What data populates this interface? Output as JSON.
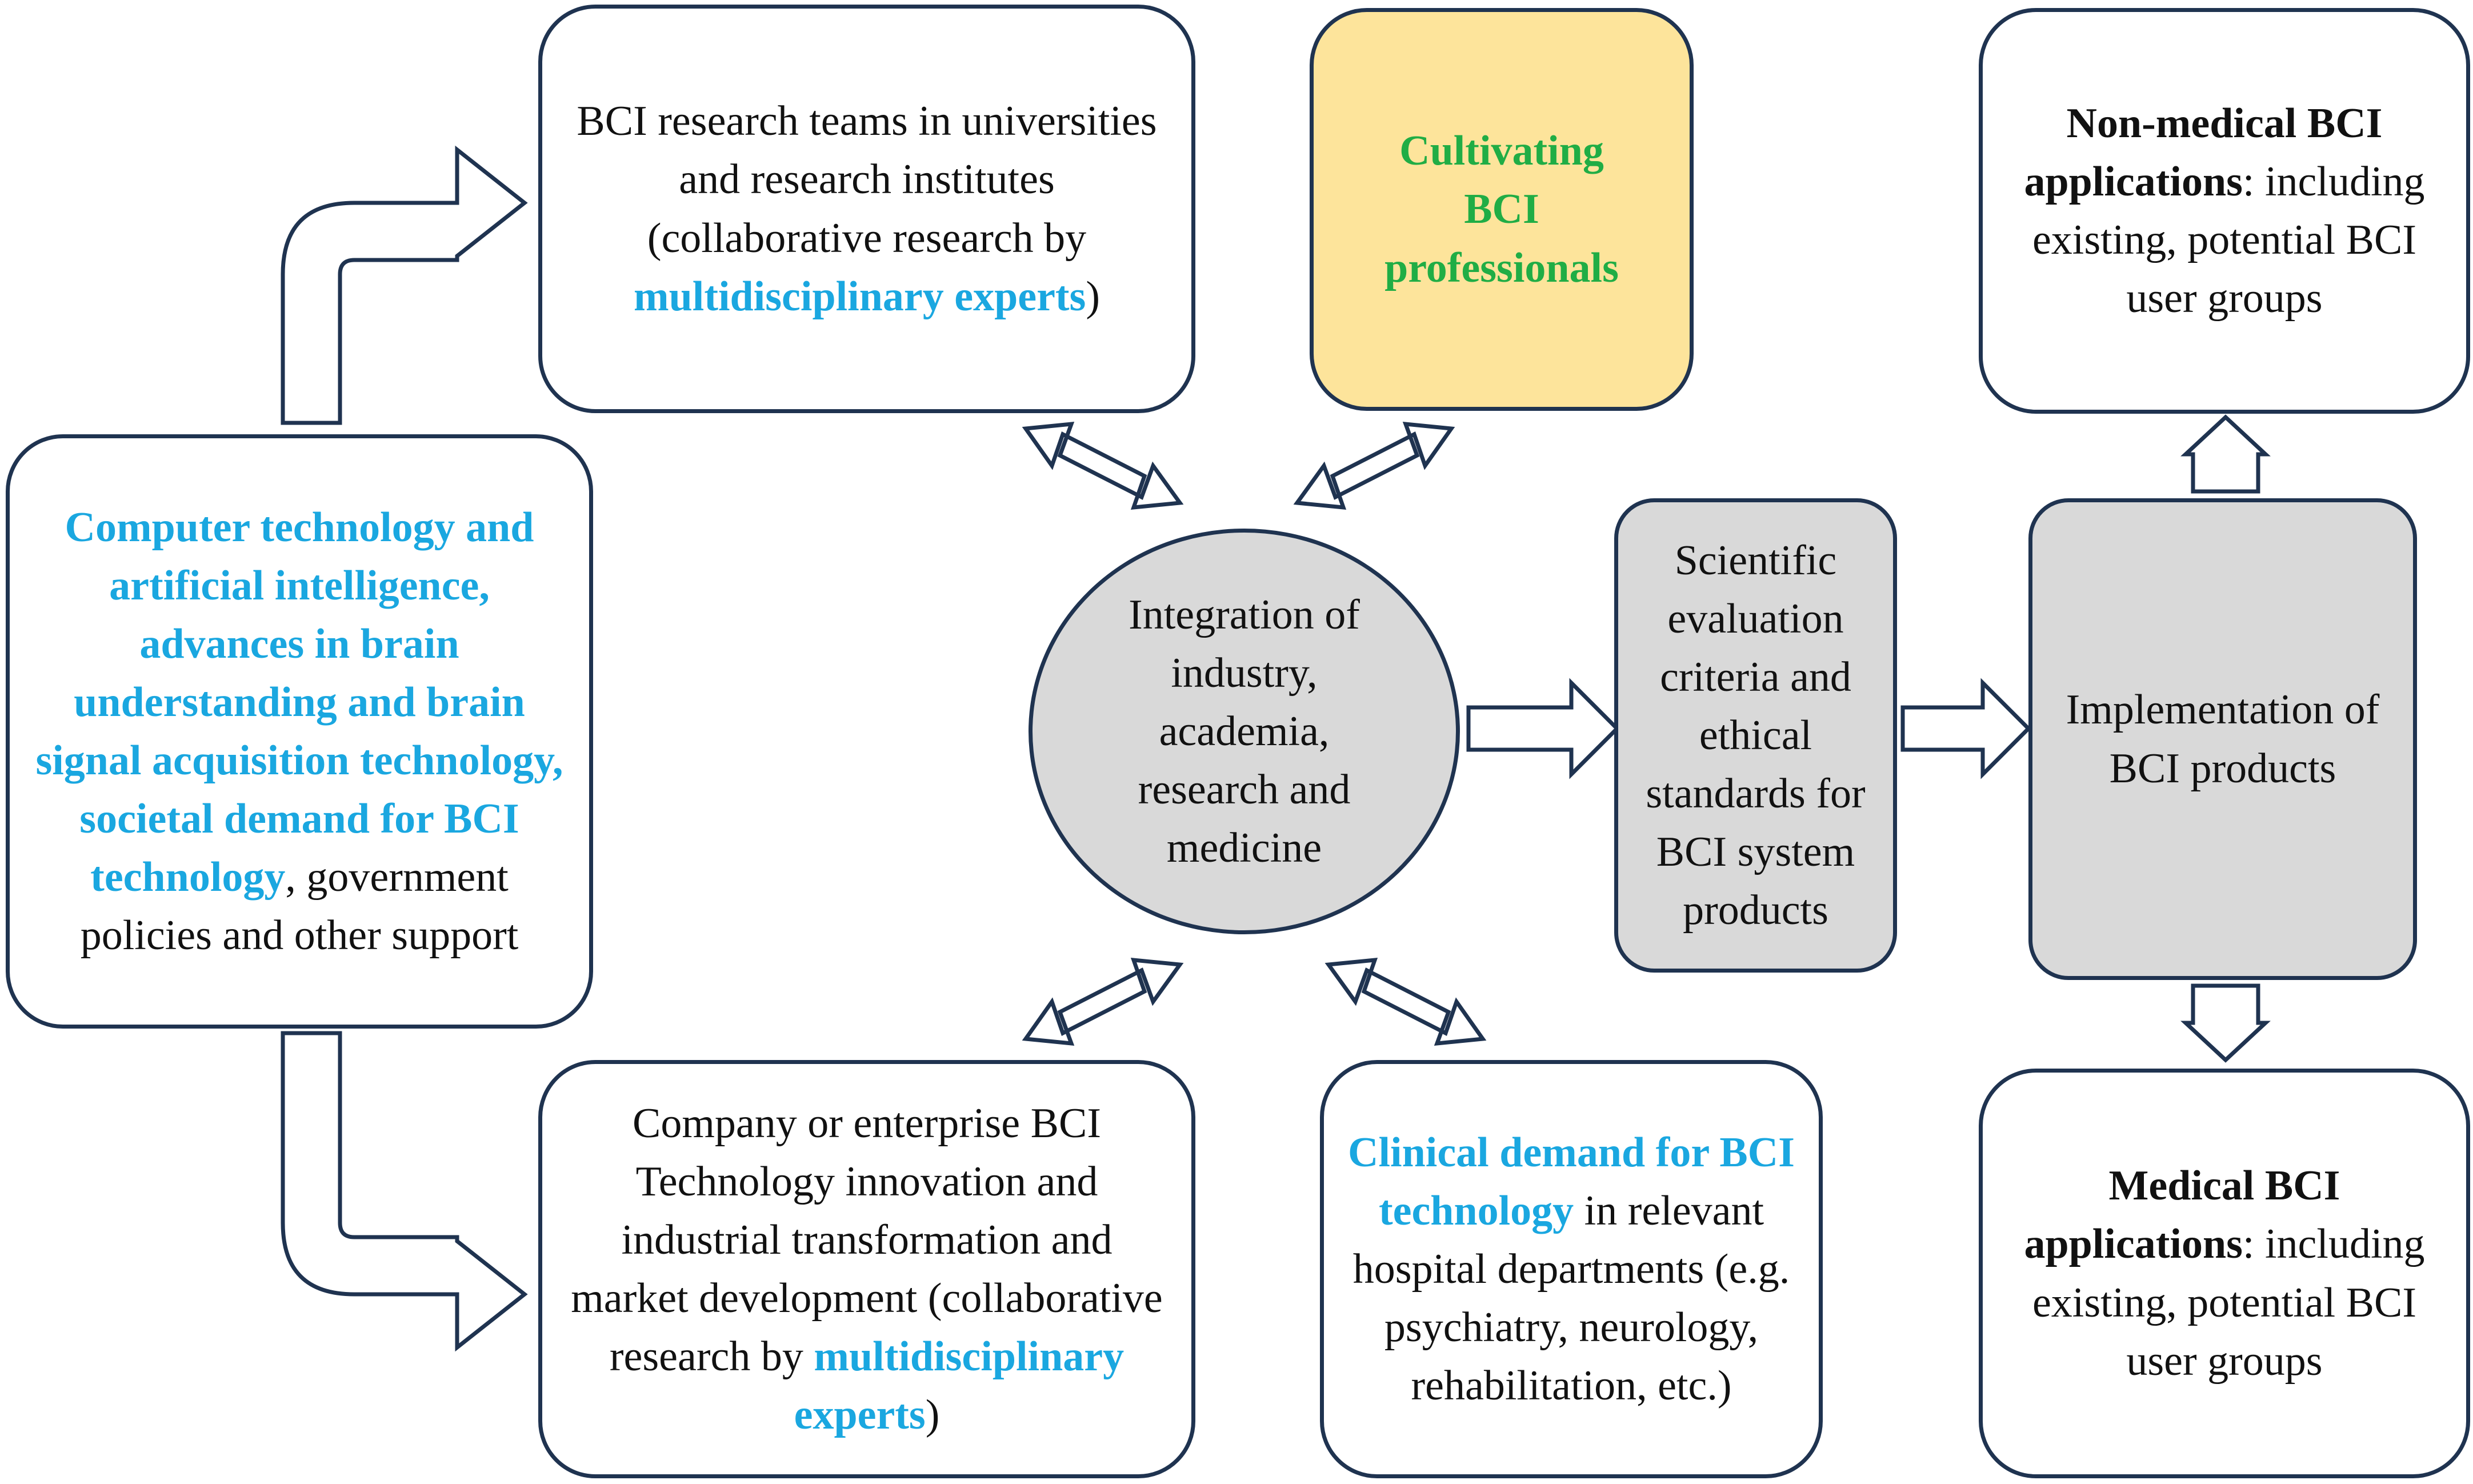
{
  "colors": {
    "border": "#1f3350",
    "highlight_blue": "#1aa7e0",
    "highlight_green": "#20ad45",
    "gray_fill": "#d9d9d9",
    "yellow_fill": "#fde49b"
  },
  "nodes": {
    "drivers": {
      "highlight": "Computer technology and artificial intelligence, advances in brain understanding and brain signal acquisition technology, societal demand for BCI technology",
      "rest": ", government policies and other support"
    },
    "research_teams": {
      "text_before": "BCI research teams in universities and research institutes (collaborative research by ",
      "highlight": "multidisciplinary experts",
      "text_after": ")"
    },
    "professionals": {
      "highlight": "Cultivating BCI professionals"
    },
    "non_medical": {
      "bold": "Non-medical BCI applications",
      "rest": ": including existing, potential BCI user groups"
    },
    "integration": {
      "text": "Integration of industry, academia, research and medicine"
    },
    "evaluation": {
      "text": "Scientific evaluation criteria and ethical standards for BCI system products"
    },
    "implementation": {
      "text": "Implementation of BCI products"
    },
    "company": {
      "text_before": "Company or enterprise BCI Technology innovation and industrial transformation and market development (collaborative research  by ",
      "highlight": "multidisciplinary experts",
      "text_after": ")"
    },
    "clinical": {
      "highlight": "Clinical demand for BCI technology",
      "rest": " in relevant hospital departments (e.g. psychiatry, neurology, rehabilitation, etc.)"
    },
    "medical": {
      "bold": "Medical BCI applications",
      "rest": ": including existing, potential BCI user groups"
    }
  }
}
